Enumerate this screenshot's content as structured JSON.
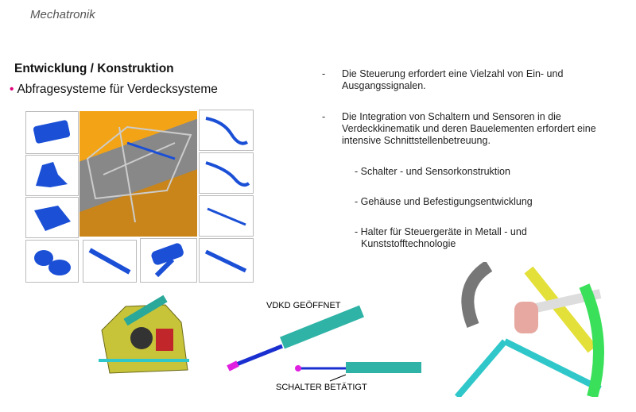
{
  "header": "Mechatronik",
  "title": "Entwicklung / Konstruktion",
  "bullet": "Abfragesysteme für Verdecksysteme",
  "points": [
    {
      "dash": "-",
      "text": "Die Steuerung erfordert eine Vielzahl von Ein- und Ausgangssignalen."
    },
    {
      "dash": "-",
      "text": "Die Integration von Schaltern und Sensoren in die Verdeckkinematik und deren Bauelementen erfordert eine intensive Schnittstellenbetreuung."
    }
  ],
  "subpoints": [
    "- Schalter - und Sensorkonstruktion",
    "- Gehäuse und Befestigungsentwicklung",
    "- Halter für Steuergeräte in Metall - und Kunststofftechnologie"
  ],
  "diagram_labels": {
    "open": "VDKD GEÖFFNET",
    "switch": "SCHALTER BETÄTIGT"
  },
  "colors": {
    "accent": "#e0007a",
    "part": "#1a4fd6"
  }
}
